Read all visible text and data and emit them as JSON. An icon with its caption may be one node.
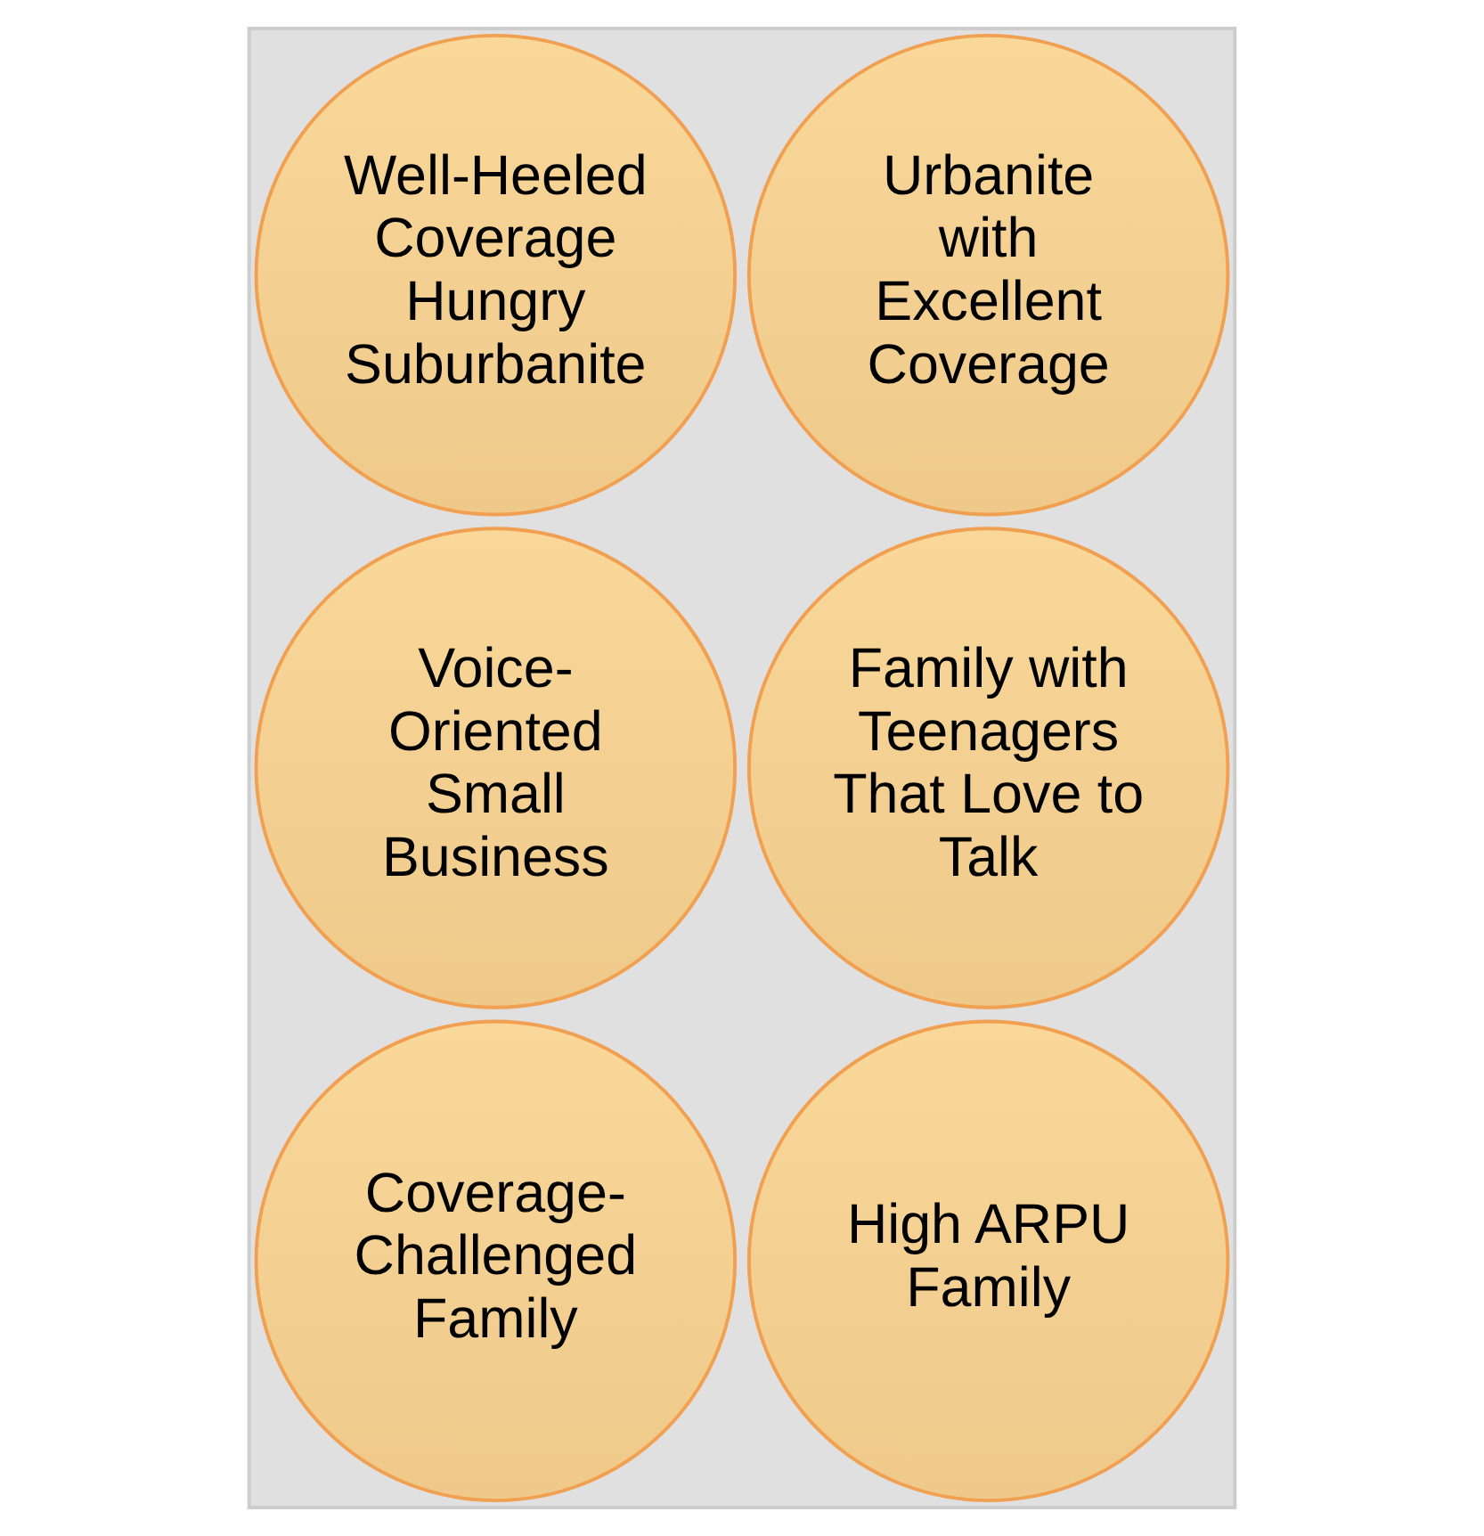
{
  "diagram": {
    "nodes": [
      {
        "text": [],
        "shape": "box"
      },
      {
        "text": [
          "Well-Heeled Coverage Hungry Suburbanite"
        ],
        "in": 0
      },
      {
        "text": [
          "Urbanite with Excellent Coverage"
        ],
        "in": 0
      },
      {
        "text": [
          "Voice-Oriented Small Business"
        ],
        "in": 0
      },
      {
        "text": [
          "Family with Teenagers That Love to Talk"
        ],
        "in": 0
      },
      {
        "text": [
          "Coverage-Challenged Family"
        ],
        "in": 0
      },
      {
        "text": [
          "High ARPU Family"
        ],
        "in": 0
      }
    ],
    "edges": []
  }
}
